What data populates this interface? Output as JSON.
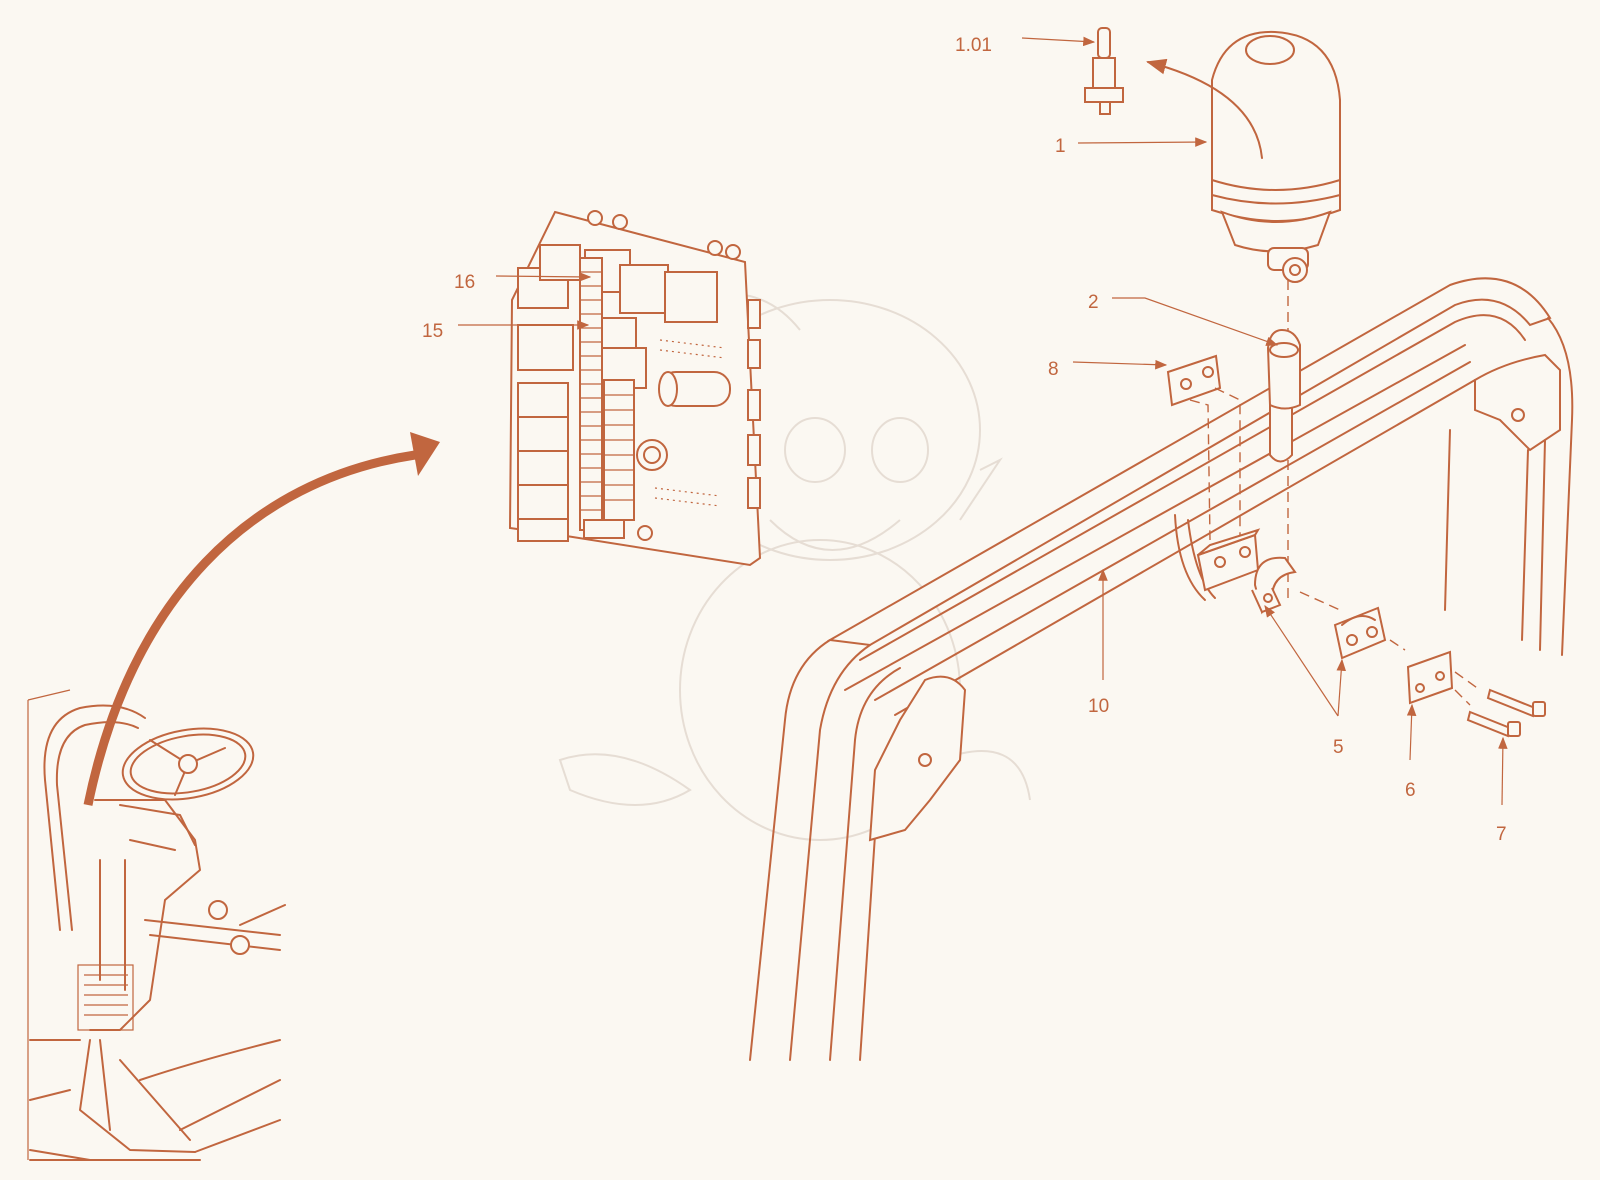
{
  "colors": {
    "line": "#c1663f",
    "background": "#fbf8f2",
    "watermark": "#e6ddd4"
  },
  "callouts": {
    "c101": "1.01",
    "c1": "1",
    "c2": "2",
    "c8": "8",
    "c16": "16",
    "c15": "15",
    "c10": "10",
    "c5": "5",
    "c6": "6",
    "c7": "7"
  }
}
